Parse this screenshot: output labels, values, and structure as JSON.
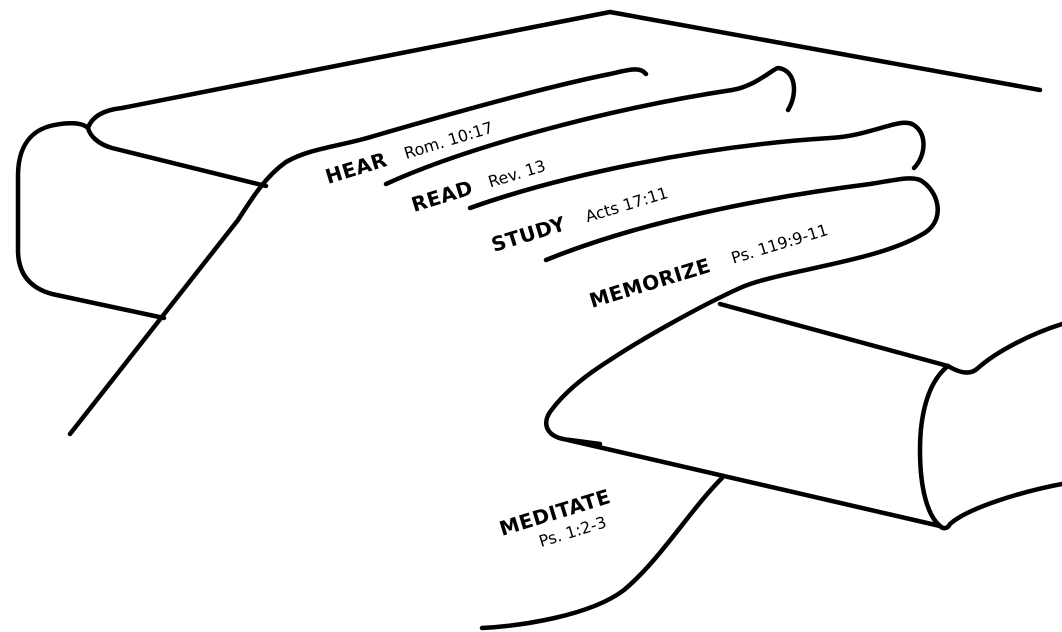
{
  "steps": [
    {
      "name": "HEAR",
      "reference": "Rom. 10:17"
    },
    {
      "name": "READ",
      "reference": "Rev. 13"
    },
    {
      "name": "STUDY",
      "reference": "Acts 17:11"
    },
    {
      "name": "MEMORIZE",
      "reference": "Ps. 119:9-11"
    },
    {
      "name": "MEDITATE",
      "reference": "Ps. 1:2-3"
    }
  ],
  "colors": {
    "ink": "#000000",
    "background": "#ffffff"
  }
}
